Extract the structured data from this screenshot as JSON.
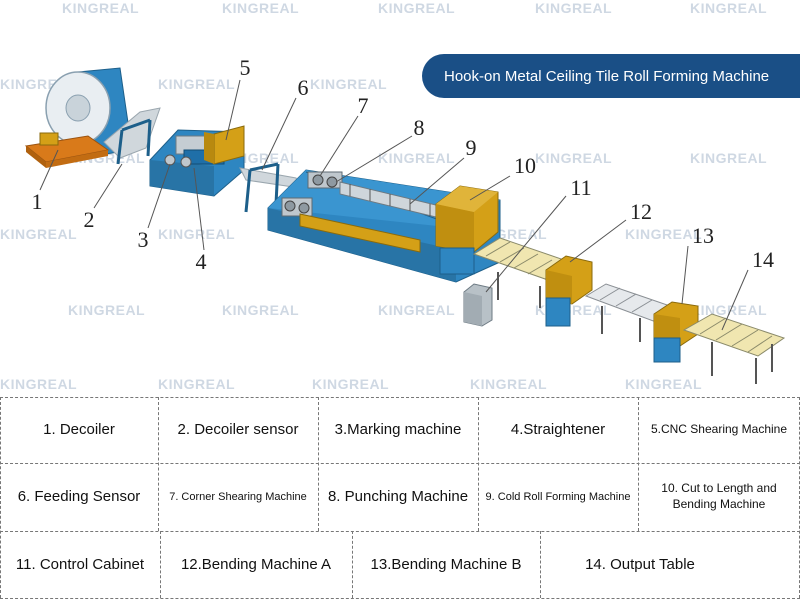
{
  "title": "Hook-on Metal Ceiling Tile Roll Forming Machine",
  "watermark": "KINGREAL",
  "callouts": [
    "1",
    "2",
    "3",
    "4",
    "5",
    "6",
    "7",
    "8",
    "9",
    "10",
    "11",
    "12",
    "13",
    "14"
  ],
  "legend": {
    "row1": [
      "1. Decoiler",
      "2. Decoiler sensor",
      "3.Marking machine",
      "4.Straightener",
      "5.CNC Shearing Machine"
    ],
    "row2": [
      "6. Feeding Sensor",
      "7. Corner Shearing Machine",
      "8. Punching Machine",
      "9. Cold Roll Forming Machine",
      "10. Cut to Length and Bending Machine"
    ],
    "row3": [
      "11. Control Cabinet",
      "12.Bending Machine A",
      "13.Bending Machine B",
      "14. Output Table"
    ]
  },
  "colors": {
    "frame_blue": "#2e86c1",
    "machine_gold": "#d4a017",
    "banner_blue": "#1a4f86",
    "watermark_gray": "#cfd8e3"
  }
}
